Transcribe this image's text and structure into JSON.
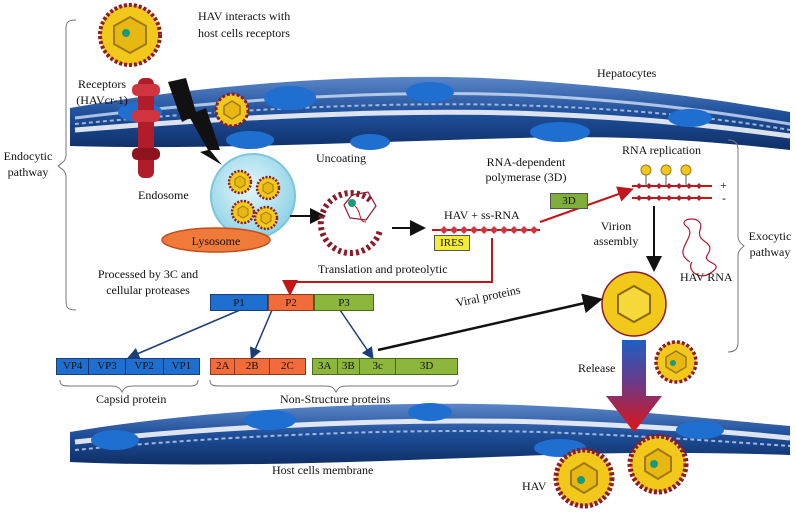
{
  "labels": {
    "hav_interacts": "HAV interacts with\nhost cells receptors",
    "receptors": "Receptors\n(HAVcr-1)",
    "hepatocytes": "Hepatocytes",
    "endocytic": "Endocytic\npathway",
    "uncoating": "Uncoating",
    "endosome": "Endosome",
    "lysosome": "Lysosome",
    "rna_dep": "RNA-dependent\npolymerase (3D)",
    "rna_replication": "RNA replication",
    "threeD": "3D",
    "hav_ssrna": "HAV + ss-RNA",
    "ires": "IRES",
    "virion": "Virion\nassembly",
    "exocytic": "Exocytic\npathway",
    "plus": "+",
    "minus": "-",
    "processed": "Processed by 3C and\ncellular proteases",
    "translation": "Translation and proteolytic",
    "hav_rna": "HAV RNA",
    "viral_proteins": "Viral proteins",
    "release": "Release",
    "capsid": "Capsid protein",
    "nonstructure": "Non-Structure proteins",
    "membrane": "Host cells membrane",
    "hav": "HAV"
  },
  "polyprotein": [
    "P1",
    "P2",
    "P3"
  ],
  "capsid_parts": [
    "VP4",
    "VP3",
    "VP2",
    "VP1"
  ],
  "p2_parts": [
    "2A",
    "2B",
    "2C"
  ],
  "p3_parts": [
    "3A",
    "3B",
    "3c",
    "3D"
  ],
  "colors": {
    "p1": "#1f6fd0",
    "p2": "#f26b3a",
    "p3": "#8cb63c",
    "virus_outer": "#f2c81a",
    "virus_ring": "#8b1a2a",
    "membrane": "#2a5ea8",
    "receptor": "#b01c2a",
    "red_arrow": "#d11a1a",
    "ires": "#f5ec3a",
    "threeD": "#7fae3a"
  }
}
